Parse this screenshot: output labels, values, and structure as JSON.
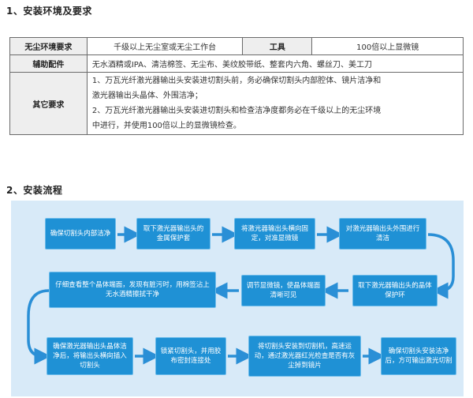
{
  "section1": {
    "title": "1、安装环境及要求"
  },
  "table": {
    "row1": {
      "label": "无尘环境要求",
      "value": "千级以上无尘室或无尘工作台",
      "label2": "工具",
      "value2": "100倍以上显微镜"
    },
    "row2": {
      "label": "辅助配件",
      "value": "无水酒精或IPA、清洁棉签、无尘布、美纹胶带纸、整套内六角、螺丝刀、美工刀"
    },
    "row3": {
      "label": "其它要求",
      "line1": "1、万瓦光纤激光器输出头安装进切割头前，务必确保切割头内部腔体、镜片洁净和",
      "line2": "激光器输出头晶体、外围洁净；",
      "line3": "2、万瓦光纤激光器输出头安装进切割头和检查洁净度都务必在千级以上的无尘环境",
      "line4": "中进行，并使用100倍以上的显微镜检查。"
    }
  },
  "section2": {
    "title": "2、安装流程"
  },
  "flow": {
    "colors": {
      "box": "#1f91d5",
      "arrow": "#2a8fd6",
      "panel": "#d8eaf8"
    },
    "steps": [
      "确保切割头内部洁净",
      "取下激光器输出头的金属保护套",
      "将激光器输出头横向固定，对准显微镜",
      "对激光器输出头外围进行清洁",
      "取下激光器输出头的晶体保护环",
      "调节显微镜，使晶体端面清晰可见",
      "仔细查看整个晶体端面，发现有脏污时，用棉签沾上无水酒精擦拭干净",
      "确保激光器输出头晶体洁净后，将输出头横向插入切割头",
      "锁紧切割头，并用胶布密封连接处",
      "将切割头安装到切割机，高速运动，通过激光器红光检查是否有灰尘掉到镜片",
      "确保切割头安装洁净后，方可输出激光切割"
    ]
  }
}
